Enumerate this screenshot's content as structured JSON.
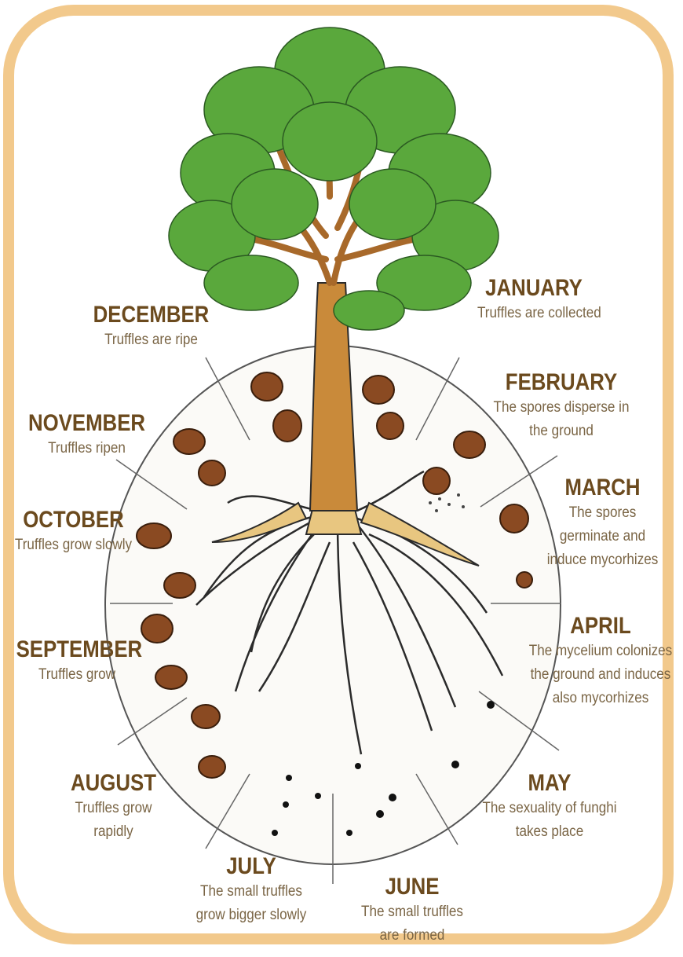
{
  "colors": {
    "frame": "#f2c98c",
    "foliage": "#5aa83c",
    "trunk": "#c98a3a",
    "truffle": "#8a4a22",
    "text_title": "#6b4a1e",
    "text_body": "#7a6545"
  },
  "months": {
    "january": {
      "name": "JANUARY",
      "desc": [
        "Truffles are collected"
      ]
    },
    "february": {
      "name": "FEBRUARY",
      "desc": [
        "The spores  disperse in",
        "the ground"
      ]
    },
    "march": {
      "name": "MARCH",
      "desc": [
        "The spores",
        "germinate and",
        "induce mycorhizes"
      ]
    },
    "april": {
      "name": "APRIL",
      "desc": [
        "The mycelium colonizes",
        "the ground and induces",
        "also mycorhizes"
      ]
    },
    "may": {
      "name": "MAY",
      "desc": [
        "The sexuality of funghi",
        "takes place"
      ]
    },
    "june": {
      "name": "JUNE",
      "desc": [
        "The small truffles",
        "are formed"
      ]
    },
    "july": {
      "name": "JULY",
      "desc": [
        "The small truffles",
        "grow bigger slowly"
      ]
    },
    "august": {
      "name": "AUGUST",
      "desc": [
        "Truffles grow",
        "rapidly"
      ]
    },
    "september": {
      "name": "SEPTEMBER",
      "desc": [
        "Truffles grow"
      ]
    },
    "october": {
      "name": "OCTOBER",
      "desc": [
        "Truffles grow slowly"
      ]
    },
    "november": {
      "name": "NOVEMBER",
      "desc": [
        "Truffles ripen"
      ]
    },
    "december": {
      "name": "DECEMBER",
      "desc": [
        "Truffles are ripe"
      ]
    }
  }
}
